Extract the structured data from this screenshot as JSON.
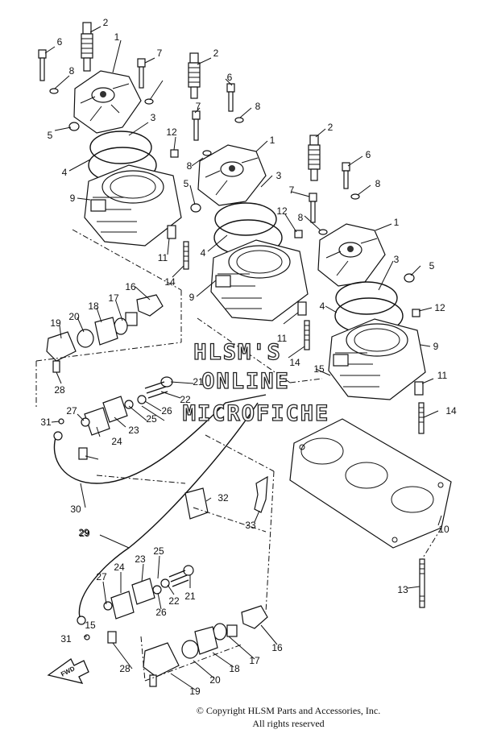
{
  "callouts": [
    "1",
    "2",
    "3",
    "4",
    "5",
    "6",
    "7",
    "8",
    "9",
    "10",
    "11",
    "12",
    "13",
    "14",
    "15",
    "16",
    "17",
    "18",
    "19",
    "20",
    "21",
    "22",
    "23",
    "24",
    "25",
    "26",
    "27",
    "28",
    "29",
    "30",
    "31",
    "32",
    "33"
  ],
  "watermark": {
    "line1": "HLSM'S",
    "line2": "ONLINE",
    "line3": "MICROFICHE"
  },
  "fwd_label": "FWD",
  "copyright": {
    "line1": "© Copyright HLSM Parts and Accessories, Inc.",
    "line2": "All rights reserved"
  }
}
